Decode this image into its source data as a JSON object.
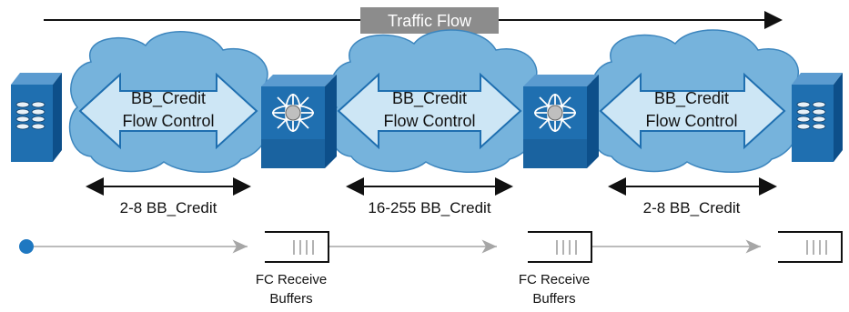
{
  "traffic_flow": {
    "label": "Traffic Flow"
  },
  "links": [
    {
      "line1": "BB_Credit",
      "line2": "Flow Control",
      "credit_range": "2-8 BB_Credit"
    },
    {
      "line1": "BB_Credit",
      "line2": "Flow Control",
      "credit_range": "16-255 BB_Credit"
    },
    {
      "line1": "BB_Credit",
      "line2": "Flow Control",
      "credit_range": "2-8 BB_Credit"
    }
  ],
  "buffers": [
    {
      "line1": "FC Receive",
      "line2": "Buffers"
    },
    {
      "line1": "FC Receive",
      "line2": "Buffers"
    }
  ],
  "colors": {
    "cloud": "#76b3dc",
    "cloud_stroke": "#3d86be",
    "arrow_fill": "#cde6f5",
    "device_front": "#1f6fb0",
    "device_side": "#0d4f8a",
    "label_box": "#8c8c8c",
    "flow_line": "#a6a6a6",
    "source_dot": "#1f78c1"
  },
  "icons": {
    "server": "server-icon",
    "switch": "fabric-switch-icon"
  }
}
